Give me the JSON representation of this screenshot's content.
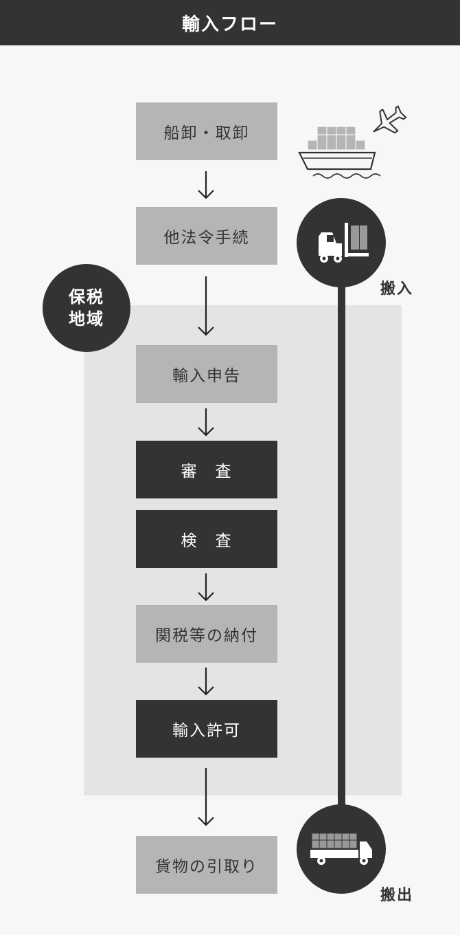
{
  "header": {
    "title": "輸入フロー"
  },
  "bonded_area": {
    "label_line1": "保税",
    "label_line2": "地域"
  },
  "steps": [
    {
      "label": "船卸・取卸",
      "style": "light"
    },
    {
      "label": "他法令手続",
      "style": "light"
    },
    {
      "label": "輸入申告",
      "style": "light"
    },
    {
      "label": "審　査",
      "style": "dark"
    },
    {
      "label": "検　査",
      "style": "dark"
    },
    {
      "label": "関税等の納付",
      "style": "light"
    },
    {
      "label": "輸入許可",
      "style": "dark"
    },
    {
      "label": "貨物の引取り",
      "style": "light"
    }
  ],
  "transport": {
    "carry_in_label": "搬入",
    "carry_out_label": "搬出"
  },
  "icons": [
    "airplane-icon",
    "cargo-ship-icon",
    "forklift-icon",
    "truck-icon",
    "arrow-down-icon"
  ],
  "colors": {
    "dark": "#333333",
    "light_box": "#b5b5b5",
    "bonded_area": "#e4e4e4",
    "background": "#f7f7f7"
  }
}
